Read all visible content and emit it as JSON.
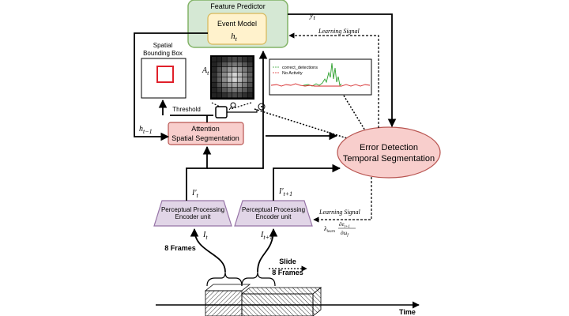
{
  "feature_predictor": {
    "title": "Feature Predictor",
    "event_model": "Event Model",
    "h_t": "h",
    "h_t_sub": "t"
  },
  "y_t": {
    "base": "y",
    "sub": "t"
  },
  "learning_signal_top": "Learning Signal",
  "learning_signal_bottom": "Learning Signal",
  "spatial_bbox": {
    "line1": "Spatial",
    "line2": "Bounding Box"
  },
  "attention_map_label": {
    "base": "A",
    "sub": "t"
  },
  "threshold": "Threshold",
  "h_t_minus_1": {
    "base": "h",
    "sub": "t−1"
  },
  "attention_box": {
    "line1": "Attention",
    "line2": "Spatial Segmentation"
  },
  "error_detection": {
    "line1": "Error Detection",
    "line2": "Temporal Segmentation"
  },
  "legend": {
    "series1": "correct_detections",
    "series2": "No Activity"
  },
  "encoder_left": {
    "line1": "Perceptual Processing",
    "line2": "Encoder unit"
  },
  "encoder_right": {
    "line1": "Perceptual Processing",
    "line2": "Encoder unit"
  },
  "I_t_prime": {
    "base": "I′",
    "sub": "t"
  },
  "I_t1_prime": {
    "base": "I′",
    "sub": "t+1"
  },
  "I_t": {
    "base": "I",
    "sub": "t"
  },
  "I_t1": {
    "base": "I",
    "sub": "t+1"
  },
  "eight_frames": "8 Frames",
  "slide": {
    "line1": "Slide",
    "line2": "8 Frames"
  },
  "time_label": "Time",
  "lambda_formula": {
    "lambda": "λ",
    "lambda_sub": "learn",
    "num": "∂e",
    "num_sub": "t+1",
    "den": "∂ω",
    "den_sub": "f"
  },
  "colors": {
    "predictor_fill": "#d5e8d4",
    "predictor_stroke": "#82b366",
    "event_fill": "#fff2cc",
    "event_stroke": "#d6b656",
    "attention_fill": "#f8cecc",
    "attention_stroke": "#b85450",
    "error_fill": "#f8cecc",
    "error_stroke": "#b85450",
    "encoder_fill": "#e1d5e7",
    "encoder_stroke": "#9673a6",
    "bbox_red": "#e0202a",
    "green_series": "#2ca02c",
    "red_series": "#d62728"
  }
}
